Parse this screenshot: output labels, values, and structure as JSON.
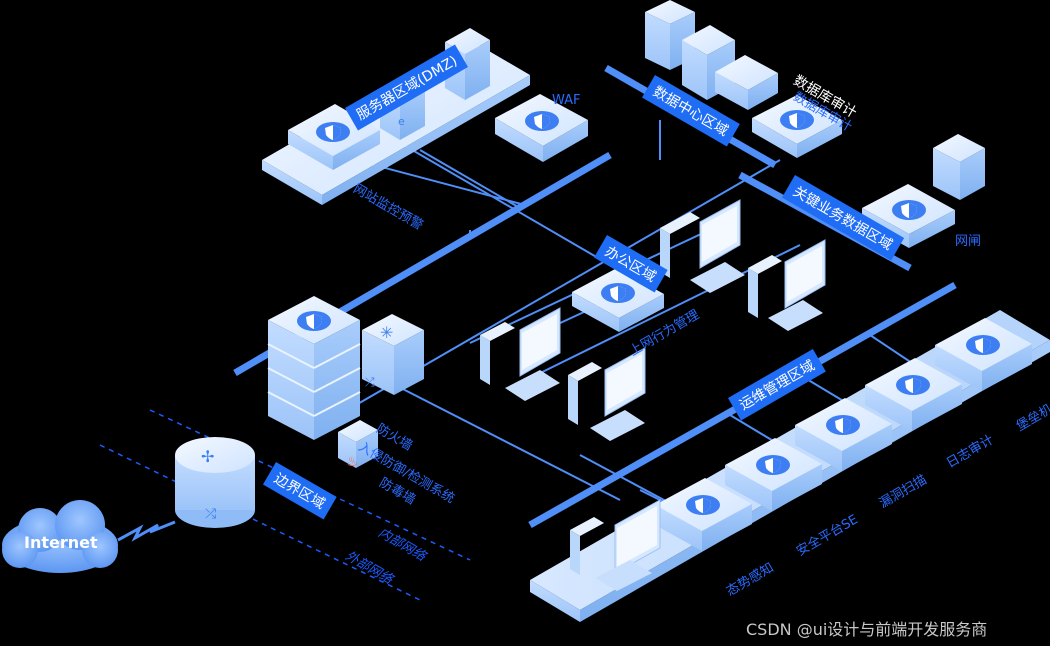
{
  "colors": {
    "background": "#000000",
    "line": "#4f8ff7",
    "device_light": "#eaf3ff",
    "device_mid": "#bcd9ff",
    "device_dark": "#8fbcf7",
    "accent": "#1f6cf5",
    "label": "#2a6cff"
  },
  "zones": {
    "dmz": "服务器区域(DMZ)",
    "datacenter": "数据中心区域",
    "key_business": "关键业务数据区域",
    "office": "办公区域",
    "ops": "运维管理区域",
    "border": "边界区域"
  },
  "labels": {
    "waf": "WAF",
    "db_audit": "数据库审计",
    "db_audit_ghost": "数据库审计",
    "web_monitor": "网站监控预警",
    "net_gate": "网闸",
    "behavior_mgmt": "上网行为管理",
    "firewall": "防火墙",
    "ids": "入侵防御/检测系统",
    "antivirus": "防毒墙",
    "situation": "态势感知",
    "security_platform": "安全平台SE",
    "vuln_scan": "漏洞扫描",
    "log_audit": "日志审计",
    "bastion": "堡垒机",
    "inner_net": "内部网络",
    "outer_net": "外部网络",
    "internet": "Internet"
  },
  "icons": {
    "shield": "shield-icon",
    "router": "router-icon",
    "switch": "switch-icon",
    "fire": "fire-icon",
    "cloud": "cloud-icon",
    "lightning": "lightning-icon"
  },
  "watermark": "CSDN @ui设计与前端开发服务商"
}
